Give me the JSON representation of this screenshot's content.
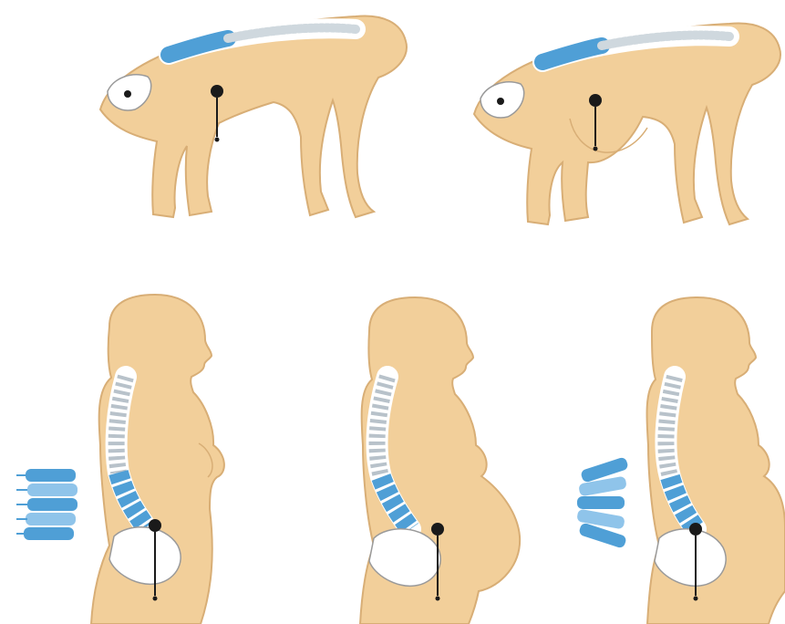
{
  "colors": {
    "background": "#ffffff",
    "skin": "#f2cf9a",
    "skin_outline": "#d8ae76",
    "spine_blue": "#4f9fd6",
    "spine_blue_light": "#8fc4ea",
    "bone_white": "#ffffff",
    "bone_outline": "#9a9a9a",
    "marker": "#1a1a1a"
  },
  "figures": [
    {
      "id": "chimp-male",
      "kind": "quadruped",
      "variant": "normal"
    },
    {
      "id": "chimp-pregnant",
      "kind": "quadruped",
      "variant": "pregnant"
    },
    {
      "id": "human-female",
      "kind": "upright",
      "variant": "normal",
      "has_vertebra_detail": true
    },
    {
      "id": "human-pregnant",
      "kind": "upright",
      "variant": "pregnant",
      "has_vertebra_detail": false
    },
    {
      "id": "human-pregnant-adapted",
      "kind": "upright",
      "variant": "pregnant",
      "has_vertebra_detail": true
    }
  ]
}
